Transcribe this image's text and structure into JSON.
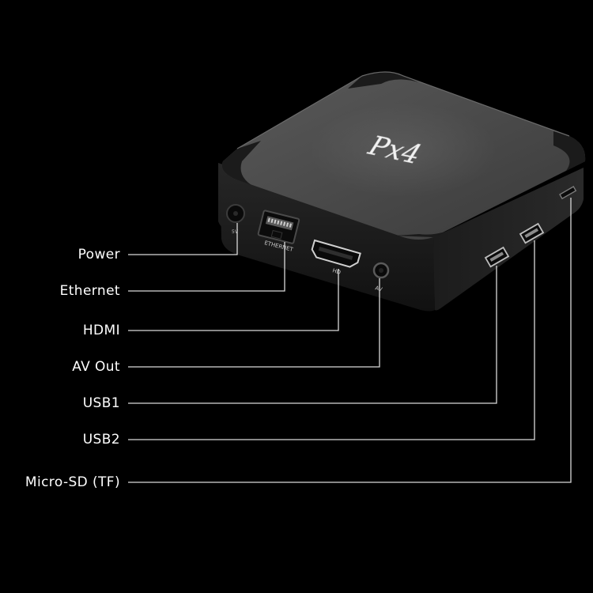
{
  "device": {
    "brand_logo": "Px4",
    "port_marks": {
      "power": "5V",
      "ethernet": "ETHERNET",
      "hdmi": "HD",
      "av": "AV"
    }
  },
  "callouts": [
    {
      "id": "power",
      "label": "Power"
    },
    {
      "id": "ethernet",
      "label": "Ethernet"
    },
    {
      "id": "hdmi",
      "label": "HDMI"
    },
    {
      "id": "av",
      "label": "AV Out"
    },
    {
      "id": "usb1",
      "label": "USB1"
    },
    {
      "id": "usb2",
      "label": "USB2"
    },
    {
      "id": "sd",
      "label": "Micro-SD (TF)"
    }
  ],
  "colors": {
    "background": "#000000",
    "label_text": "#ffffff",
    "leader_line": "#d9d9d9",
    "box_top": "#4a4a4a",
    "box_side": "#1a1a1a"
  }
}
